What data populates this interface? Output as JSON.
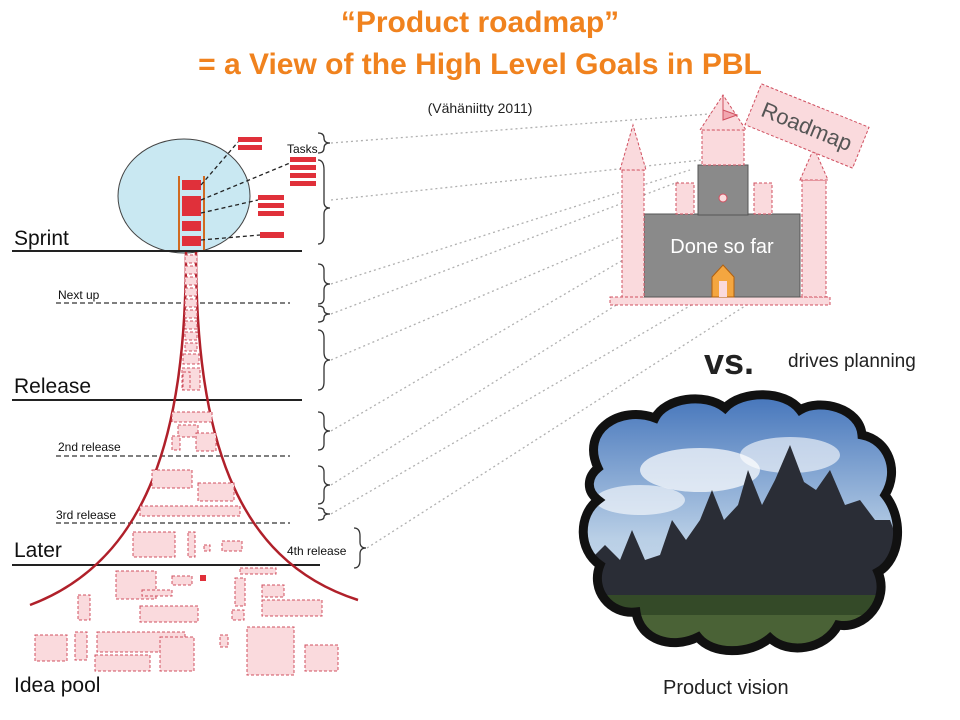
{
  "header": {
    "title_line1": "“Product roadmap”",
    "title_line2": "= a View of the High Level Goals in PBL",
    "citation": "(Vähäniitty 2011)"
  },
  "levels": {
    "tasks": "Tasks",
    "sprint": "Sprint",
    "next_up": "Next up",
    "release": "Release",
    "second_release": "2nd release",
    "third_release": "3rd release",
    "later": "Later",
    "fourth_release": "4th release",
    "idea_pool": "Idea pool"
  },
  "roadmap": {
    "sign": "Roadmap",
    "castle_text": "Done so far"
  },
  "comparison": {
    "vs": "vs.",
    "drives": "drives planning",
    "vision_caption": "Product vision"
  },
  "colors": {
    "accent": "#f0821e",
    "funnel": "#b0202a",
    "item_fill": "#fadadd",
    "item_stroke": "#d05060",
    "castle_gray": "#8a8a8a",
    "sprint_oval": "#c9e8f2"
  }
}
